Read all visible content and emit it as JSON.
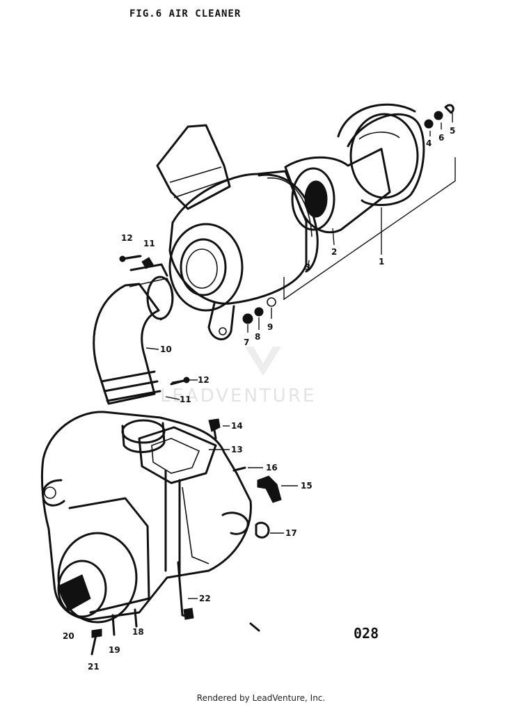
{
  "title": "FIG.6  AIR CLEANER",
  "page_number": "028",
  "footer": "Rendered by LeadVenture, Inc.",
  "watermark": "LEADVENTURE",
  "callouts": [
    "1",
    "2",
    "3",
    "4",
    "5",
    "6",
    "7",
    "8",
    "9",
    "10",
    "11",
    "11",
    "12",
    "12",
    "13",
    "14",
    "15",
    "16",
    "17",
    "18",
    "19",
    "20",
    "21",
    "22"
  ]
}
